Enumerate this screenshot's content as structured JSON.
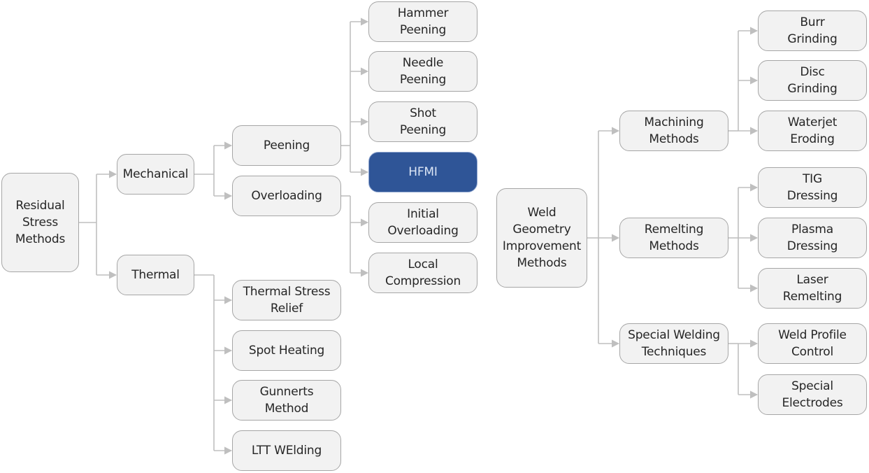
{
  "nodes": {
    "residual": "Residual\nStress\nMethods",
    "mechanical": "Mechanical",
    "thermal": "Thermal",
    "peening": "Peening",
    "overloading": "Overloading",
    "hammer": "Hammer\nPeening",
    "needle": "Needle\nPeening",
    "shot": "Shot\nPeening",
    "hfmi": "HFMI",
    "initial": "Initial\nOverloading",
    "local": "Local\nCompression",
    "thermal_relief": "Thermal Stress\nRelief",
    "spot": "Spot Heating",
    "gunnerts": "Gunnerts\nMethod",
    "ltt": "LTT WElding",
    "weld_geometry": "Weld\nGeometry\nImprovement\nMethods",
    "machining": "Machining\nMethods",
    "remelting": "Remelting\nMethods",
    "special_welding": "Special Welding\nTechniques",
    "burr": "Burr\nGrinding",
    "disc": "Disc\nGrinding",
    "waterjet": "Waterjet\nEroding",
    "tig": "TIG\nDressing",
    "plasma": "Plasma\nDressing",
    "laser": "Laser\nRemelting",
    "weld_profile": "Weld Profile\nControl",
    "electrodes": "Special\nElectrodes"
  },
  "colors": {
    "node_fill": "#f2f2f2",
    "node_border": "#a6a6a6",
    "highlight_fill": "#2f5597",
    "connector": "#bfbfbf"
  }
}
